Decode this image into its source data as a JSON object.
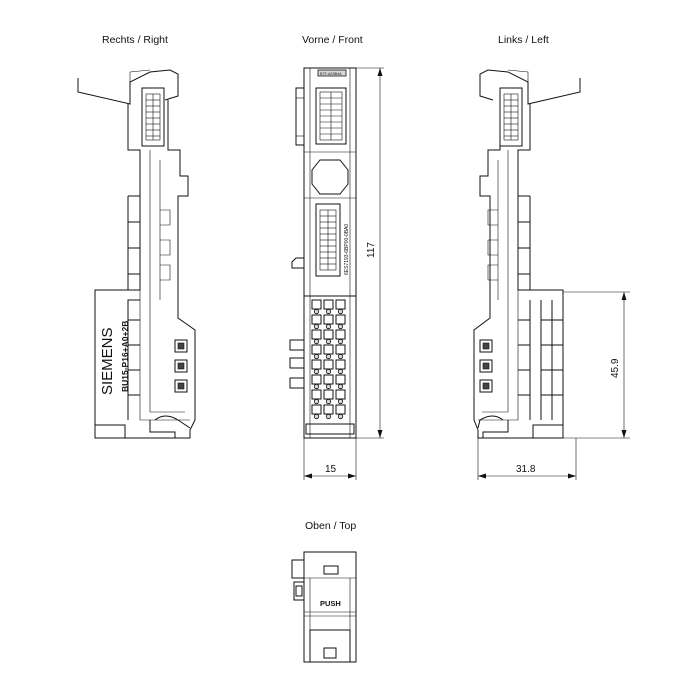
{
  "views": {
    "right_label": "Rechts / Right",
    "front_label": "Vorne / Front",
    "left_label": "Links / Left",
    "top_label": "Oben / Top"
  },
  "dimensions": {
    "height": "117",
    "front_width": "15",
    "side_depth": "31.8",
    "terminal_height": "45.9"
  },
  "markings": {
    "brand": "SIEMENS",
    "type_code": "BU15-P16+A0+2B",
    "push_label": "PUSH",
    "order_number": "6ES7193-6BP00-0BA0",
    "top_marking": "BTF-AS9B4A"
  }
}
